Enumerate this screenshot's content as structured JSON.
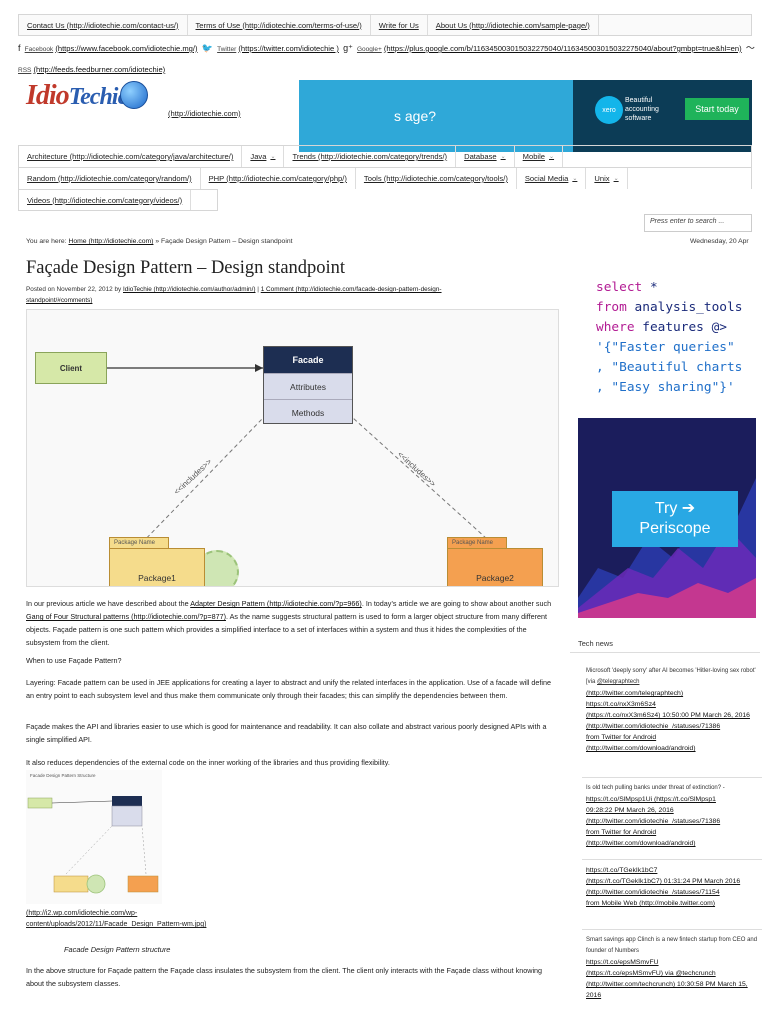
{
  "top_links": [
    "Contact Us (http://idiotechie.com/contact-us/)",
    "Terms of Use (http://idiotechie.com/terms-of-use/)",
    "Write for Us",
    "About Us (http://idiotechie.com/sample-page/)"
  ],
  "social": {
    "facebook_label": "Facebook",
    "facebook_url": "(https://www.facebook.com/idiotechie.mg/)",
    "twitter_label": "Twitter",
    "twitter_url": "(https://twitter.com/idiotechie )",
    "google_label": "Google+",
    "google_url": "(https://plus.google.com/b/116345003015032275040/116345003015032275040/about?gmbpt=true&hl=en)",
    "rss_label": "RSS",
    "rss_url": "(http://feeds.feedburner.com/idiotechie)"
  },
  "logo": {
    "text_main": "Idio",
    "text_t": "Techie",
    "url": "(http://idiotechie.com)"
  },
  "ad": {
    "text": "s age?",
    "brand": "xero",
    "desc": "Beautiful accounting software",
    "button": "Start today"
  },
  "nav": {
    "row1": [
      {
        "label": "Architecture (http://idiotechie.com/category/java/architecture/)",
        "chev": false
      },
      {
        "label": "Java",
        "chev": true
      },
      {
        "label": "Trends (http://idiotechie.com/category/trends/)",
        "chev": false
      },
      {
        "label": "Database",
        "chev": true
      },
      {
        "label": "Mobile",
        "chev": true
      }
    ],
    "row2": [
      {
        "label": "Random (http://idiotechie.com/category/random/)",
        "chev": false
      },
      {
        "label": "PHP (http://idiotechie.com/category/php/)",
        "chev": false
      },
      {
        "label": "Tools (http://idiotechie.com/category/tools/)",
        "chev": false
      },
      {
        "label": "Social Media",
        "chev": true
      },
      {
        "label": "Unix",
        "chev": true
      }
    ],
    "row3": [
      {
        "label": "Videos (http://idiotechie.com/category/videos/)",
        "chev": false
      }
    ]
  },
  "search": {
    "placeholder": "Press enter to search ..."
  },
  "breadcrumb": {
    "prefix": "You are here: ",
    "home": "Home (http://idiotechie.com)",
    "sep": " » ",
    "current": "Façade Design Pattern – Design standpoint"
  },
  "date": "Wednesday, 20 Apr",
  "article": {
    "title": "Façade Design Pattern – Design standpoint",
    "meta_posted": "Posted on November 22, 2012 by ",
    "meta_author": "IdioTechie (http://idiotechie.com/author/admin/)",
    "meta_sep": " | ",
    "meta_comments": "1 Comment (http://idiotechie.com/facade-design-pattern-design-standpoint/#comments)",
    "diagram": {
      "client": "Client",
      "facade": "Facade",
      "attributes": "Attributes",
      "methods": "Methods",
      "includes": "<<includes>>",
      "package_name": "Package Name",
      "package1": "Package1",
      "package2": "Package2"
    },
    "p1_a": "In our previous article we have described about the ",
    "p1_link1": "Adapter Design Pattern (http://idiotechie.com/?p=966)",
    "p1_b": ". In today’s article we are going to show about another such ",
    "p1_link2": "Gang of Four Structural patterns (http://idiotechie.com/?p=877)",
    "p1_c": ". As the name suggests structural pattern is used to form a larger object structure from many different objects. Façade pattern is one such pattern which provides a simplified interface to a set of interfaces within a system and thus it hides the complexities of the subsystem from the client.",
    "when": "When to use Façade Pattern?",
    "p2": "Layering: Facade pattern can be used in JEE applications for creating a layer to abstract and unify the related interfaces in the application. Use of a facade will define an entry point to each subsystem level and thus make them communicate only through their facades; this can simplify the dependencies between them.",
    "p3": "Façade makes the API and libraries easier to use which is good for maintenance and readability. It can also collate and abstract various poorly designed APIs with a single simplified API.",
    "p4": "It also reduces dependencies of the external code on the inner working of the libraries and thus providing flexibility.",
    "fig2_title": "Facade Design Pattern Structure",
    "fig2_link": "(http://i2.wp.com/idiotechie.com/wp-content/uploads/2012/11/Facade_Design_Pattern-wm.jpg)",
    "fig2_caption": "Facade Design Pattern structure",
    "p5": "In the above structure for Façade pattern the Façade class insulates the subsystem from the client. The client only interacts with the Façade class without knowing about the subsystem classes."
  },
  "sidebar": {
    "sql_lines": [
      {
        "kw": "select",
        "rest": " *"
      },
      {
        "kw": "from",
        "rest": " analysis_tools"
      },
      {
        "kw": "where",
        "rest": " features @>"
      },
      {
        "kw": "",
        "rest": "'{\"Faster queries\""
      },
      {
        "kw": "",
        "rest": ", \"Beautiful charts"
      },
      {
        "kw": "",
        "rest": ", \"Easy sharing\"}'"
      }
    ],
    "try_line1": "Try ➔",
    "try_line2": "Periscope",
    "tech_news": "Tech news",
    "tweets": [
      {
        "text": "Microsoft 'deeply sorry' after AI becomes 'Hitler-loving sex robot' [via ",
        "handle": "@telegraphtech",
        "lines": [
          "(http://twitter.com/telegraphtech)",
          "https://t.co/nxX3m6Sz4",
          "(https://t.co/nxX3m6Sz4) 10:50:00 PM March 26, 2016",
          "(http://twitter.com/idiotechie_/statuses/71386",
          "from Twitter for Android",
          "(http://twitter.com/download/android)"
        ]
      },
      {
        "text": "Is old tech pulling banks under threat of extinction? - ",
        "handle": "",
        "lines": [
          "https://t.co/SlMpsp1Ui (https://t.co/SlMpsp1",
          "09:28:22 PM March 26, 2016",
          "(http://twitter.com/idiotechie_/statuses/71386",
          "from Twitter for Android",
          "(http://twitter.com/download/android)"
        ]
      },
      {
        "text": "",
        "handle": "",
        "lines": [
          "https://t.co/TGekIk1bC7",
          "(https://t.co/TGekIk1bC7) 01:31:24 PM March 2016",
          "(http://twitter.com/idiotechie_/statuses/71154",
          "from Mobile Web (http://mobile.twitter.com)"
        ]
      },
      {
        "text": "Smart savings app Clinch is a new fintech startup from CEO and founder of Numbers ",
        "handle": "",
        "lines": [
          "https://t.co/epsMSmvFU",
          "(https://t.co/epsMSmvFU) via @techcrunch",
          "(http://twitter.com/techcrunch) 10:30:58 PM March 15, 2016"
        ]
      }
    ]
  },
  "colors": {
    "facade_header": "#1d2e52",
    "client": "#d6e8a8",
    "package1": "#f5dc8c",
    "package2": "#f4a050",
    "ad_blue": "#2fa8d8",
    "try_blue": "#29a8e4",
    "chart_bg": "#1b1d5c",
    "sql_keyword": "#b21b93"
  }
}
